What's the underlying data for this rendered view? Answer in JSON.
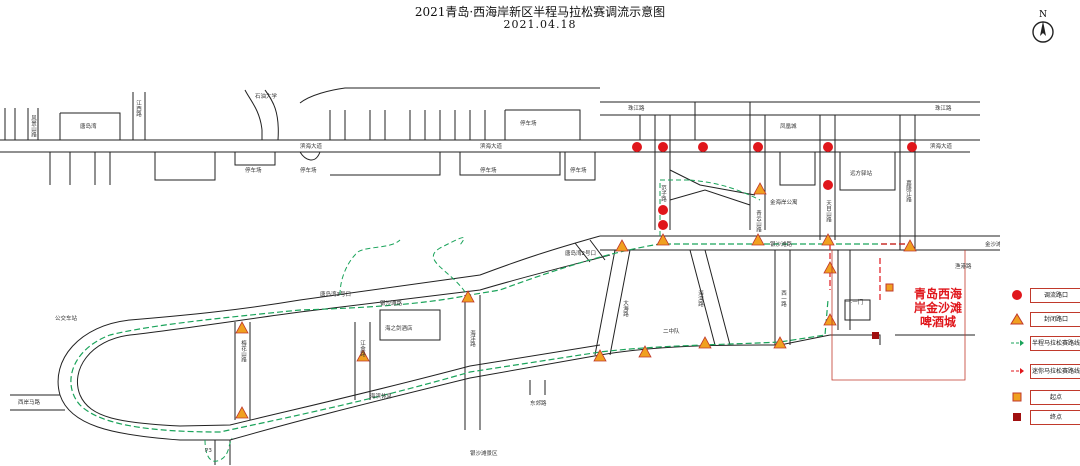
{
  "title": "2021青岛·西海岸新区半程马拉松赛调流示意图",
  "date": "2021.04.18",
  "compass": "N",
  "hotel": [
    "青岛西海",
    "岸金沙滩",
    "啤酒城"
  ],
  "legend": [
    {
      "icon": "red-dot-icon",
      "label": "调流路口"
    },
    {
      "icon": "warning-triangle-icon",
      "label": "封闭路口"
    },
    {
      "icon": "green-arrow-icon",
      "label": "半程马拉松赛路线"
    },
    {
      "icon": "red-arrow-icon",
      "label": "迷你马拉松赛路线"
    },
    {
      "icon": "start-icon",
      "label": "起点"
    },
    {
      "icon": "finish-icon",
      "label": "终点"
    }
  ],
  "labels": {
    "l_fengjing": "风景山路",
    "l_xingyun": "银沙滩路",
    "l_tangdaoyuan": "唐岛湾",
    "l_jiangxi": "江西路",
    "l_shiyou": "石油大学",
    "l_zhuhai": "珠江路",
    "l_binhai": "滨海大道",
    "l_tinchechang": "停车场",
    "l_fenghuang": "凤凰城",
    "l_yinsha": "银沙滩路",
    "l_jinsha": "金沙滩路",
    "l_yiyi": "一·一门",
    "l_xihai": "西岸马路",
    "l_gongjiao": "公交车站",
    "l_p3": "P3",
    "l_yinshajq": "银沙滩景区",
    "l_haibin": "海滨休息",
    "l_tangdao3": "唐岛湾3号口",
    "l_tangdao2": "唐岛湾2号口",
    "l_meishan": "梅花山路",
    "l_jiangjin": "江金路",
    "l_haiyang": "海洋路",
    "l_jinhai": "金海岸公寓",
    "l_qingyun": "青云山路",
    "l_tianmu": "天目山路",
    "l_jiaonan": "嘉陵江路",
    "l_yuanfang": "远方驿站",
    "l_yuzhijian": "海之剑酒店",
    "l_yuqu": "渔港路",
    "l_dongjiao": "东郊路",
    "l_jialing": "嘉陵江路",
    "l_yizhong": "二中队",
    "l_xiyi": "西一路",
    "l_hailu": "海湾路",
    "l_dahai": "大海路",
    "l_fanzi": "范子路"
  },
  "colors": {
    "route_green": "#1aa35a",
    "route_red": "#e0161b",
    "road": "#222222",
    "dot": "#e0161b",
    "triangle": "#f0a020"
  }
}
